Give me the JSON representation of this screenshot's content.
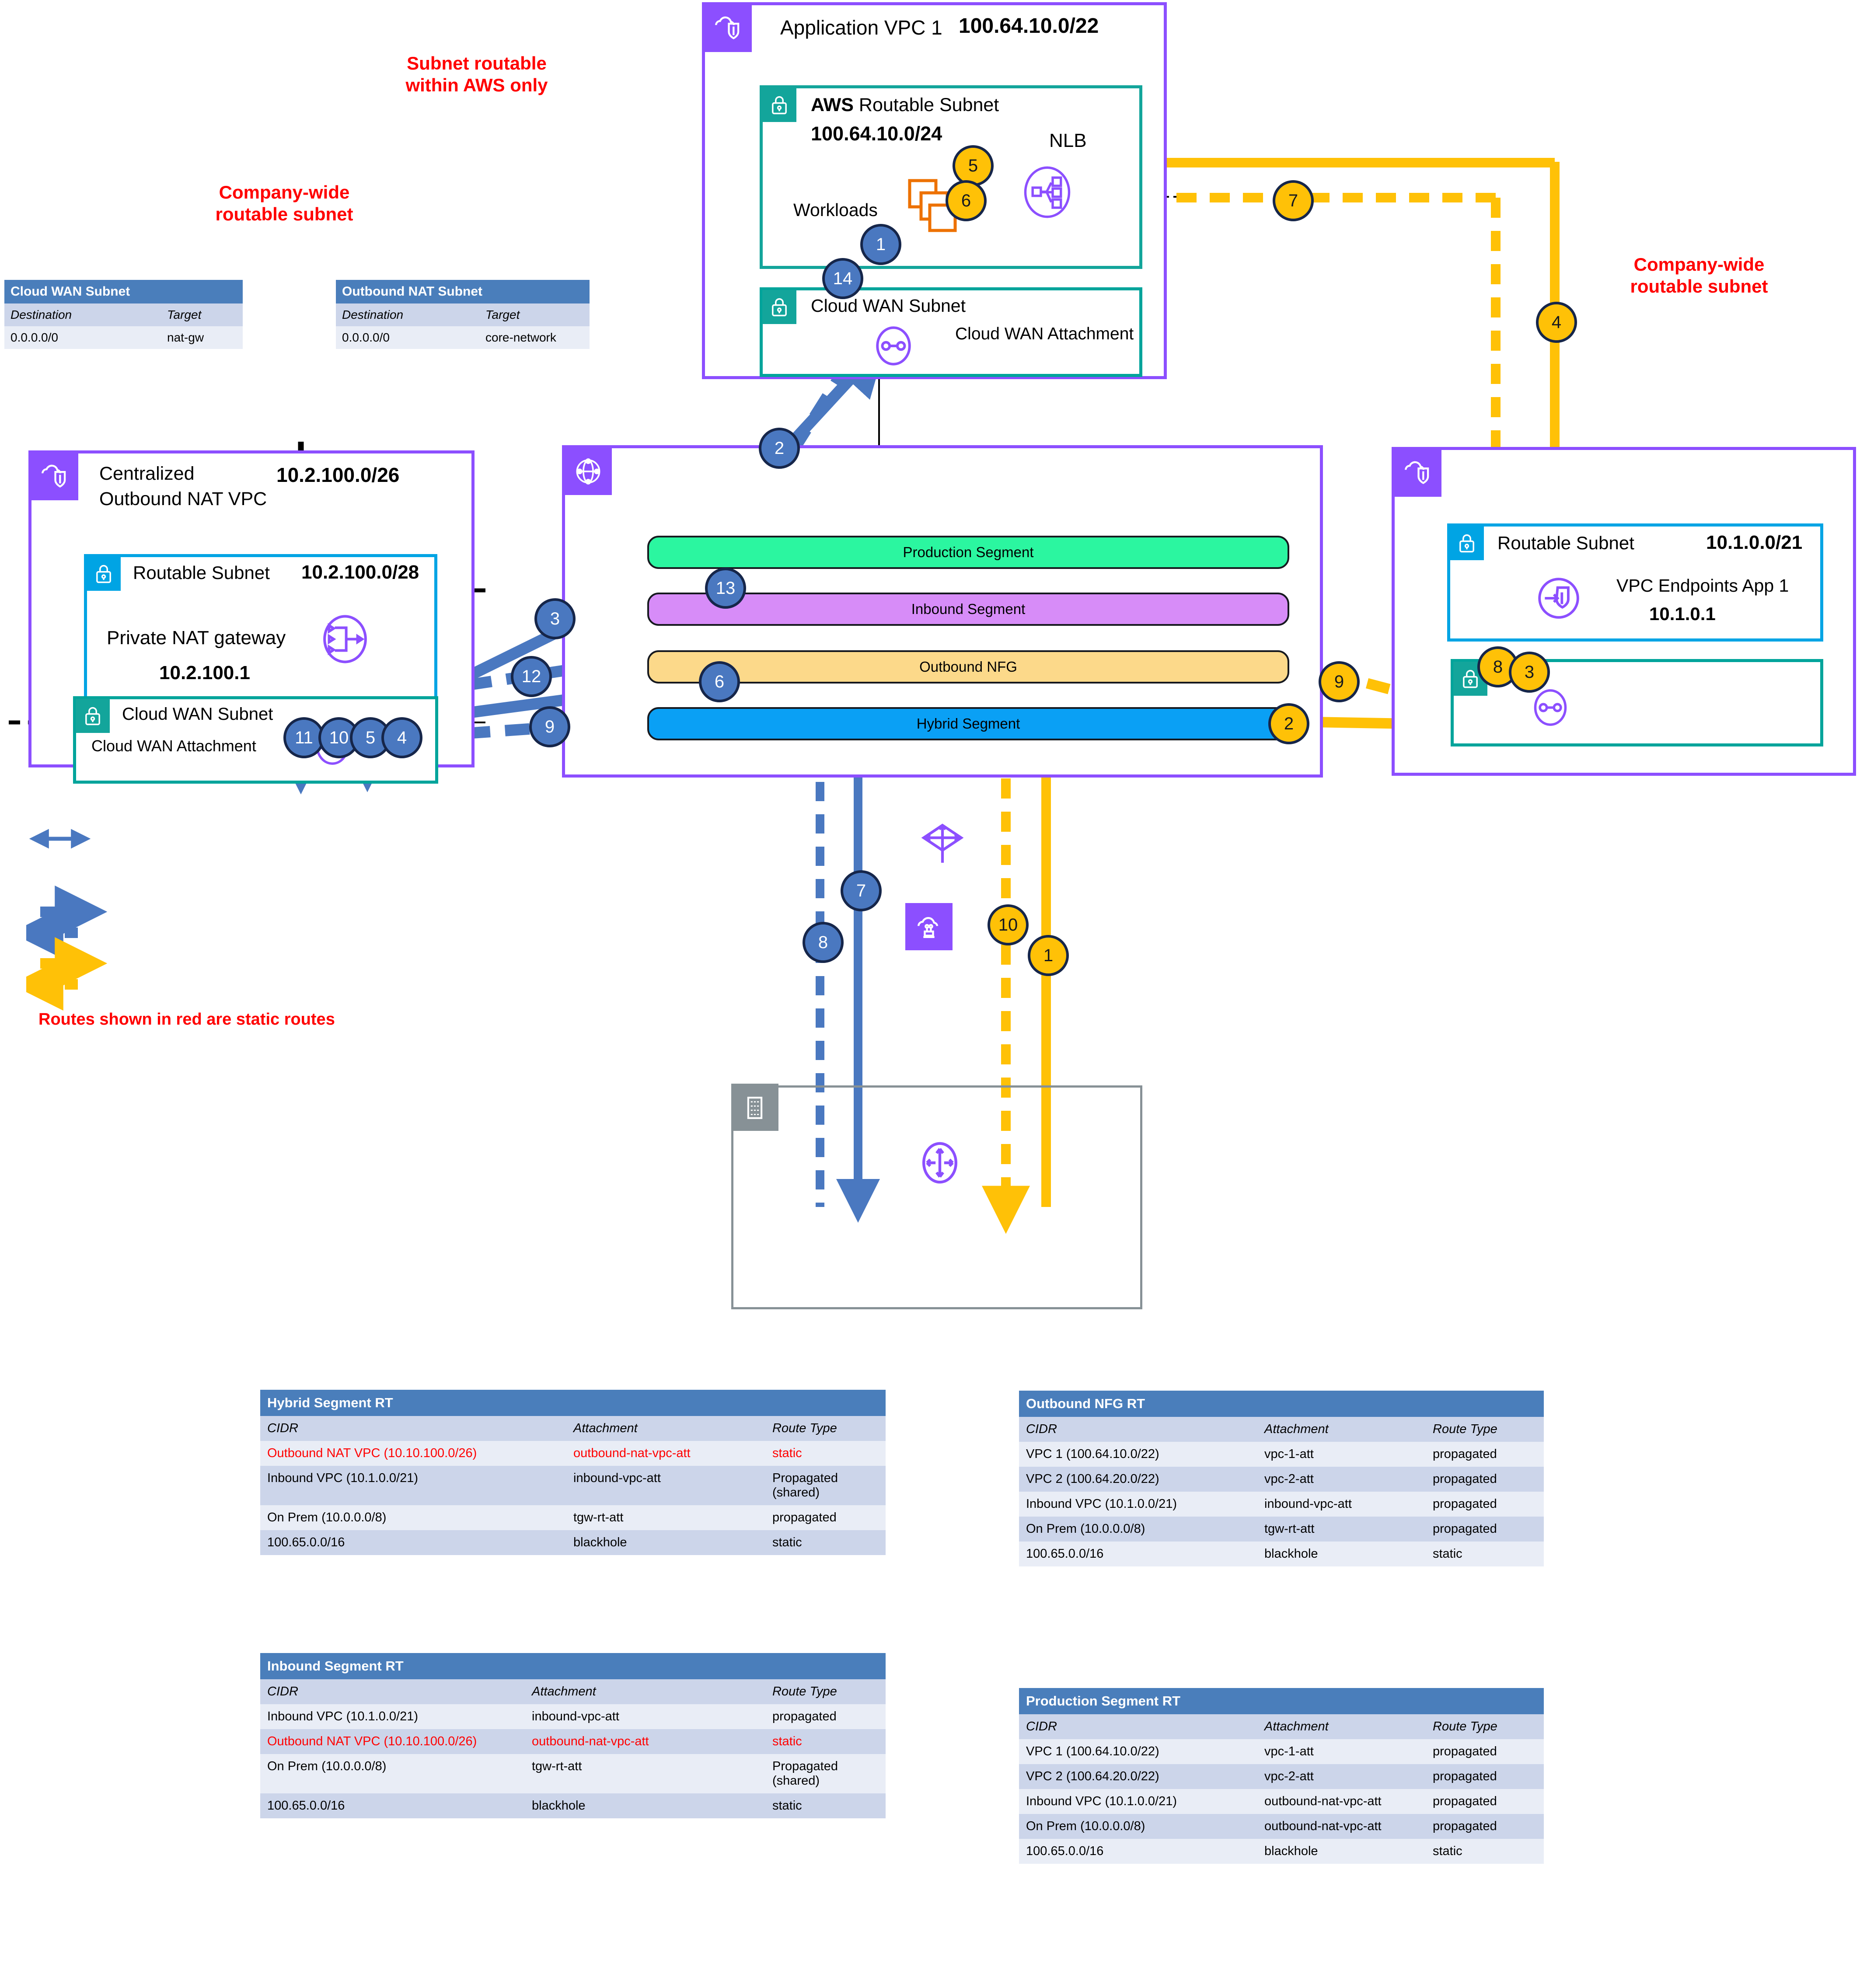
{
  "annotations": {
    "subnet_aws_only": "Subnet routable\nwithin AWS only",
    "company_wide_left": "Company-wide\nroutable subnet",
    "company_wide_right": "Company-wide\nroutable subnet",
    "static_routes_note": "Routes shown in red are static routes"
  },
  "small_tables": [
    {
      "title": "Cloud WAN Subnet",
      "headers": [
        "Destination",
        "Target"
      ],
      "rows": [
        [
          "0.0.0.0/0",
          "nat-gw"
        ]
      ]
    },
    {
      "title": "Outbound NAT Subnet",
      "headers": [
        "Destination",
        "Target"
      ],
      "rows": [
        [
          "0.0.0.0/0",
          "core-network"
        ]
      ]
    }
  ],
  "app_vpc": {
    "title": "Application VPC 1",
    "cidr": "100.64.10.0/22",
    "routable_subnet": {
      "name_bold": "AWS",
      "name_rest": " Routable Subnet",
      "cidr": "100.64.10.0/24",
      "workloads_label": "Workloads",
      "nlb_label": "NLB"
    },
    "cloudwan_subnet": {
      "name": "Cloud WAN Subnet",
      "attachment": "Cloud WAN Attachment"
    }
  },
  "nat_vpc": {
    "title_line1": "Centralized",
    "title_line2": "Outbound NAT VPC",
    "cidr": "10.2.100.0/26",
    "routable_subnet": {
      "name": "Routable Subnet",
      "cidr": "10.2.100.0/28",
      "natgw_label": "Private NAT gateway",
      "natgw_ip": "10.2.100.1"
    },
    "cloudwan_subnet": {
      "name": "Cloud WAN Subnet",
      "attachment": "Cloud WAN Attachment"
    }
  },
  "inbound_vpc": {
    "routable_subnet": {
      "name": "Routable Subnet",
      "cidr": "10.1.0.0/21",
      "endpoint_label": "VPC Endpoints App 1",
      "endpoint_ip": "10.1.0.1"
    }
  },
  "cloudwan": {
    "segments": [
      {
        "name": "Production Segment",
        "color": "#2bf6a0"
      },
      {
        "name": "Inbound Segment",
        "color": "#d78cf8"
      },
      {
        "name": "Outbound NFG",
        "color": "#fcd98a"
      },
      {
        "name": "Hybrid Segment",
        "color": "#0aa0f5"
      }
    ]
  },
  "badges": {
    "blue": [
      "1",
      "14",
      "2",
      "13",
      "3",
      "12",
      "9",
      "6",
      "11",
      "10",
      "5",
      "4",
      "7",
      "8"
    ],
    "yellow": [
      "5",
      "6",
      "7",
      "4",
      "9",
      "2",
      "8",
      "3",
      "10",
      "1"
    ]
  },
  "route_tables": [
    {
      "title": "Hybrid Segment RT",
      "headers": [
        "CIDR",
        "Attachment",
        "Route Type"
      ],
      "rows": [
        {
          "cells": [
            "Outbound NAT VPC (10.10.100.0/26)",
            "outbound-nat-vpc-att",
            "static"
          ],
          "red": true
        },
        {
          "cells": [
            "Inbound VPC (10.1.0.0/21)",
            "inbound-vpc-att",
            "Propagated (shared)"
          ],
          "red": false
        },
        {
          "cells": [
            "On Prem (10.0.0.0/8)",
            "tgw-rt-att",
            "propagated"
          ],
          "red": false
        },
        {
          "cells": [
            "100.65.0.0/16",
            "blackhole",
            "static"
          ],
          "red": false
        }
      ]
    },
    {
      "title": "Inbound Segment RT",
      "headers": [
        "CIDR",
        "Attachment",
        "Route Type"
      ],
      "rows": [
        {
          "cells": [
            "Inbound VPC (10.1.0.0/21)",
            "inbound-vpc-att",
            "propagated"
          ],
          "red": false
        },
        {
          "cells": [
            "Outbound NAT VPC (10.10.100.0/26)",
            "outbound-nat-vpc-att",
            "static"
          ],
          "red": true
        },
        {
          "cells": [
            "On Prem (10.0.0.0/8)",
            "tgw-rt-att",
            "Propagated (shared)"
          ],
          "red": false
        },
        {
          "cells": [
            "100.65.0.0/16",
            "blackhole",
            "static"
          ],
          "red": false
        }
      ]
    },
    {
      "title": "Outbound NFG RT",
      "headers": [
        "CIDR",
        "Attachment",
        "Route Type"
      ],
      "rows": [
        {
          "cells": [
            "VPC 1 (100.64.10.0/22)",
            "vpc-1-att",
            "propagated"
          ],
          "red": false
        },
        {
          "cells": [
            "VPC 2 (100.64.20.0/22)",
            "vpc-2-att",
            "propagated"
          ],
          "red": false
        },
        {
          "cells": [
            "Inbound VPC (10.1.0.0/21)",
            "inbound-vpc-att",
            "propagated"
          ],
          "red": false
        },
        {
          "cells": [
            "On Prem (10.0.0.0/8)",
            "tgw-rt-att",
            "propagated"
          ],
          "red": false
        },
        {
          "cells": [
            "100.65.0.0/16",
            "blackhole",
            "static"
          ],
          "red": false
        }
      ]
    },
    {
      "title": "Production Segment RT",
      "headers": [
        "CIDR",
        "Attachment",
        "Route Type"
      ],
      "rows": [
        {
          "cells": [
            "VPC 1 (100.64.10.0/22)",
            "vpc-1-att",
            "propagated"
          ],
          "red": false
        },
        {
          "cells": [
            "VPC 2 (100.64.20.0/22)",
            "vpc-2-att",
            "propagated"
          ],
          "red": false
        },
        {
          "cells": [
            "Inbound VPC (10.1.0.0/21)",
            "outbound-nat-vpc-att",
            "propagated"
          ],
          "red": false
        },
        {
          "cells": [
            "On Prem (10.0.0.0/8)",
            "outbound-nat-vpc-att",
            "propagated"
          ],
          "red": false
        },
        {
          "cells": [
            "100.65.0.0/16",
            "blackhole",
            "static"
          ],
          "red": false
        }
      ]
    }
  ],
  "colors": {
    "vpc_purple": "#8c4fff",
    "subnet_blue": "#00a4e4",
    "subnet_teal": "#13a59b",
    "blue_flow": "#4a78c0",
    "yellow_flow": "#ffc107",
    "red": "#ff0000",
    "table_header": "#4a7ebb"
  }
}
